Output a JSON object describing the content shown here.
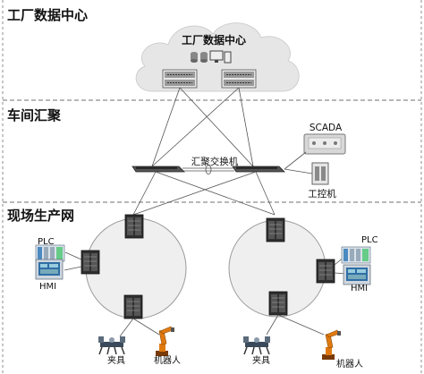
{
  "sections": {
    "factory_dc": "工厂数据中心",
    "workshop": "车间汇聚",
    "field_net": "现场生产网"
  },
  "cloud_label": "工厂数据中心",
  "aggregation_switch_label": "汇聚交换机",
  "scada_label": "SCADA",
  "ipc_label": "工控机",
  "left_ring": {
    "plc": "PLC",
    "hmi": "HMI",
    "fixture": "夹具",
    "robot": "机器人"
  },
  "right_ring": {
    "plc": "PLC",
    "hmi": "HMI",
    "fixture": "夹具",
    "robot": "机器人"
  },
  "colors": {
    "cloud_fill": "#e6e6e6",
    "ring_fill": "#efefef",
    "divider": "#8c8c8c",
    "switch_dark": "#3a3a3a",
    "robot_orange": "#e07a10"
  }
}
